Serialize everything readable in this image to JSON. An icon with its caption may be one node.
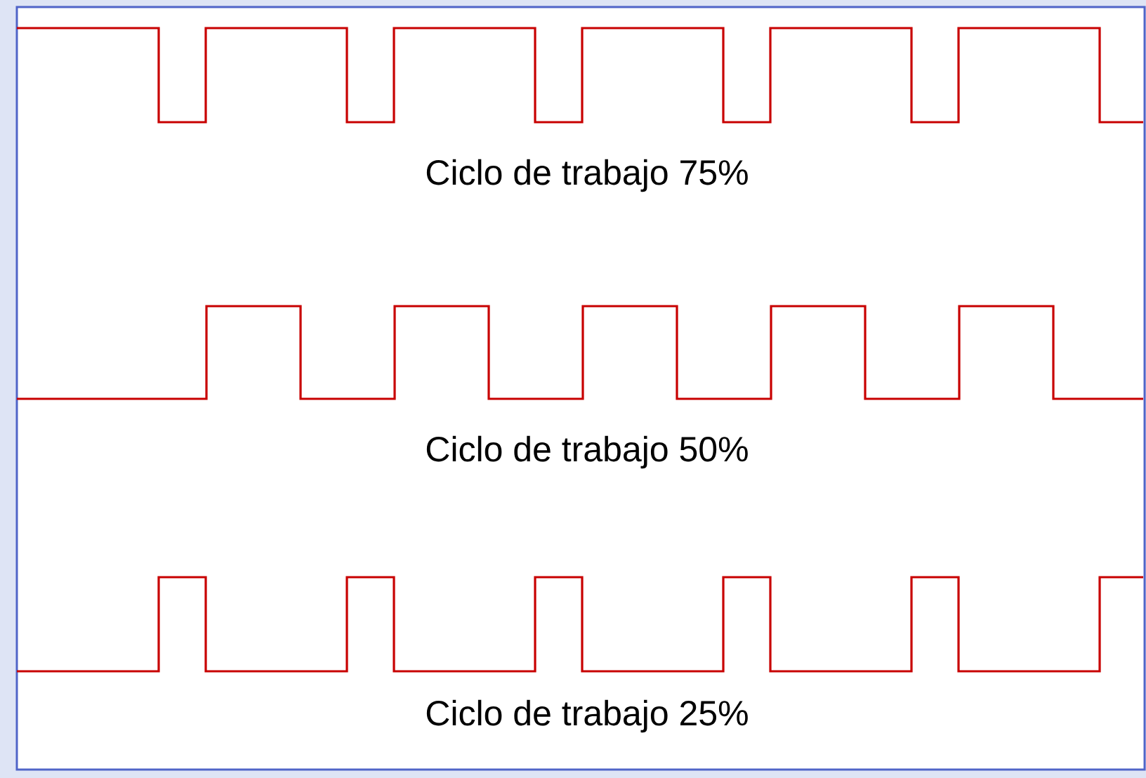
{
  "diagram": {
    "labels": [
      "Ciclo de trabajo 75%",
      "Ciclo de trabajo 50%",
      "Ciclo de trabajo 25%"
    ]
  }
}
